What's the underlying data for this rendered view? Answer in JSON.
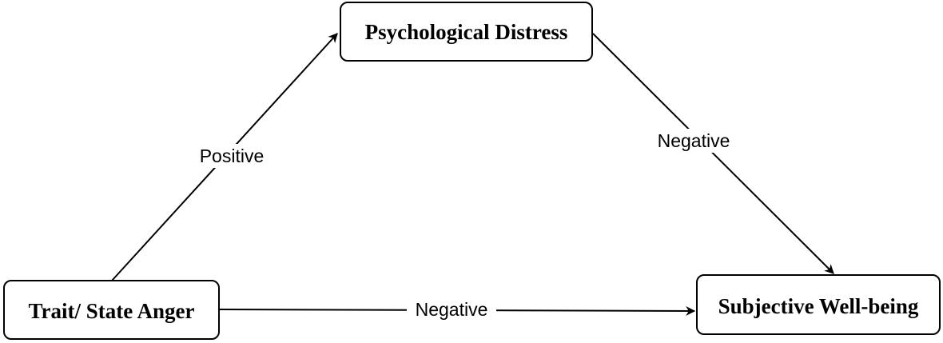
{
  "nodes": {
    "distress": {
      "label": "Psychological Distress"
    },
    "anger": {
      "label": "Trait/ State Anger"
    },
    "wellbeing": {
      "label": "Subjective Well-being"
    }
  },
  "edges": {
    "anger_to_distress": {
      "label": "Positive"
    },
    "distress_to_wellbeing": {
      "label": "Negative"
    },
    "anger_to_wellbeing": {
      "label": "Negative"
    }
  },
  "colors": {
    "line": "#000000",
    "box_fill": "#ffffff",
    "background": "#ffffff"
  }
}
